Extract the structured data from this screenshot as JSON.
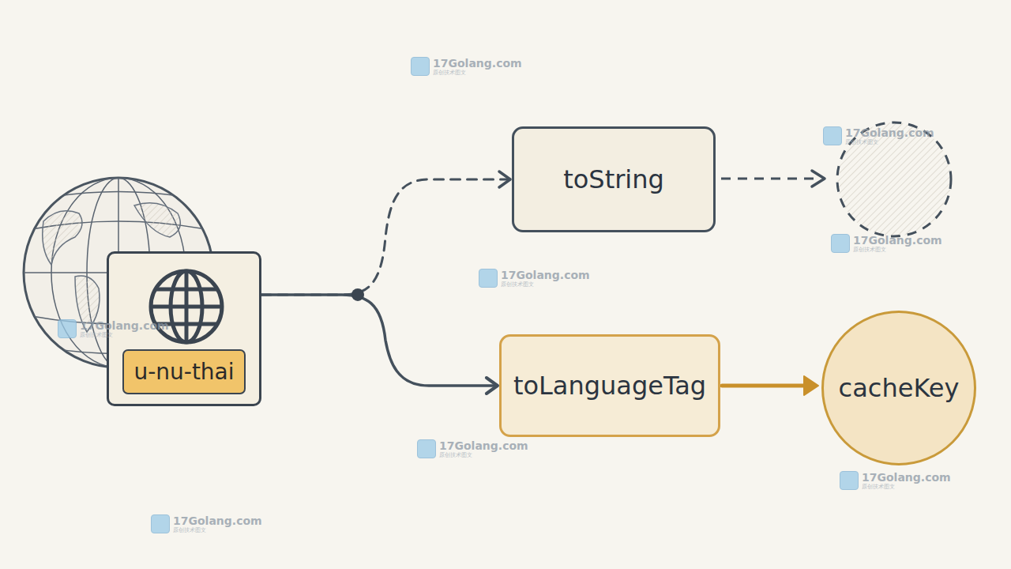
{
  "diagram": {
    "nodes": [
      {
        "text": [
          "u-nu-thai"
        ]
      },
      {
        "text": [
          "toString"
        ]
      },
      {
        "text": [
          "toLanguageTag"
        ]
      },
      {
        "text": [
          "cacheKey"
        ]
      }
    ],
    "edges": [
      {
        "from": 0,
        "to": 1,
        "arrow": "to"
      },
      {
        "from": 0,
        "to": 2,
        "arrow": "to"
      },
      {
        "from": 2,
        "to": 3,
        "arrow": "to"
      }
    ],
    "labels": [
      "17Golang.com",
      "原创技术图文",
      "17Golang.com",
      "原创技术图文",
      "17Golang.com",
      "原创技术图文",
      "17Golang.com",
      "原创技术图文",
      "17Golang.com",
      "原创技术图文",
      "17Golang.com",
      "原创技术图文",
      "17Golang.com",
      "原创技术图文",
      "17Golang.com",
      "原创技术图文"
    ]
  }
}
